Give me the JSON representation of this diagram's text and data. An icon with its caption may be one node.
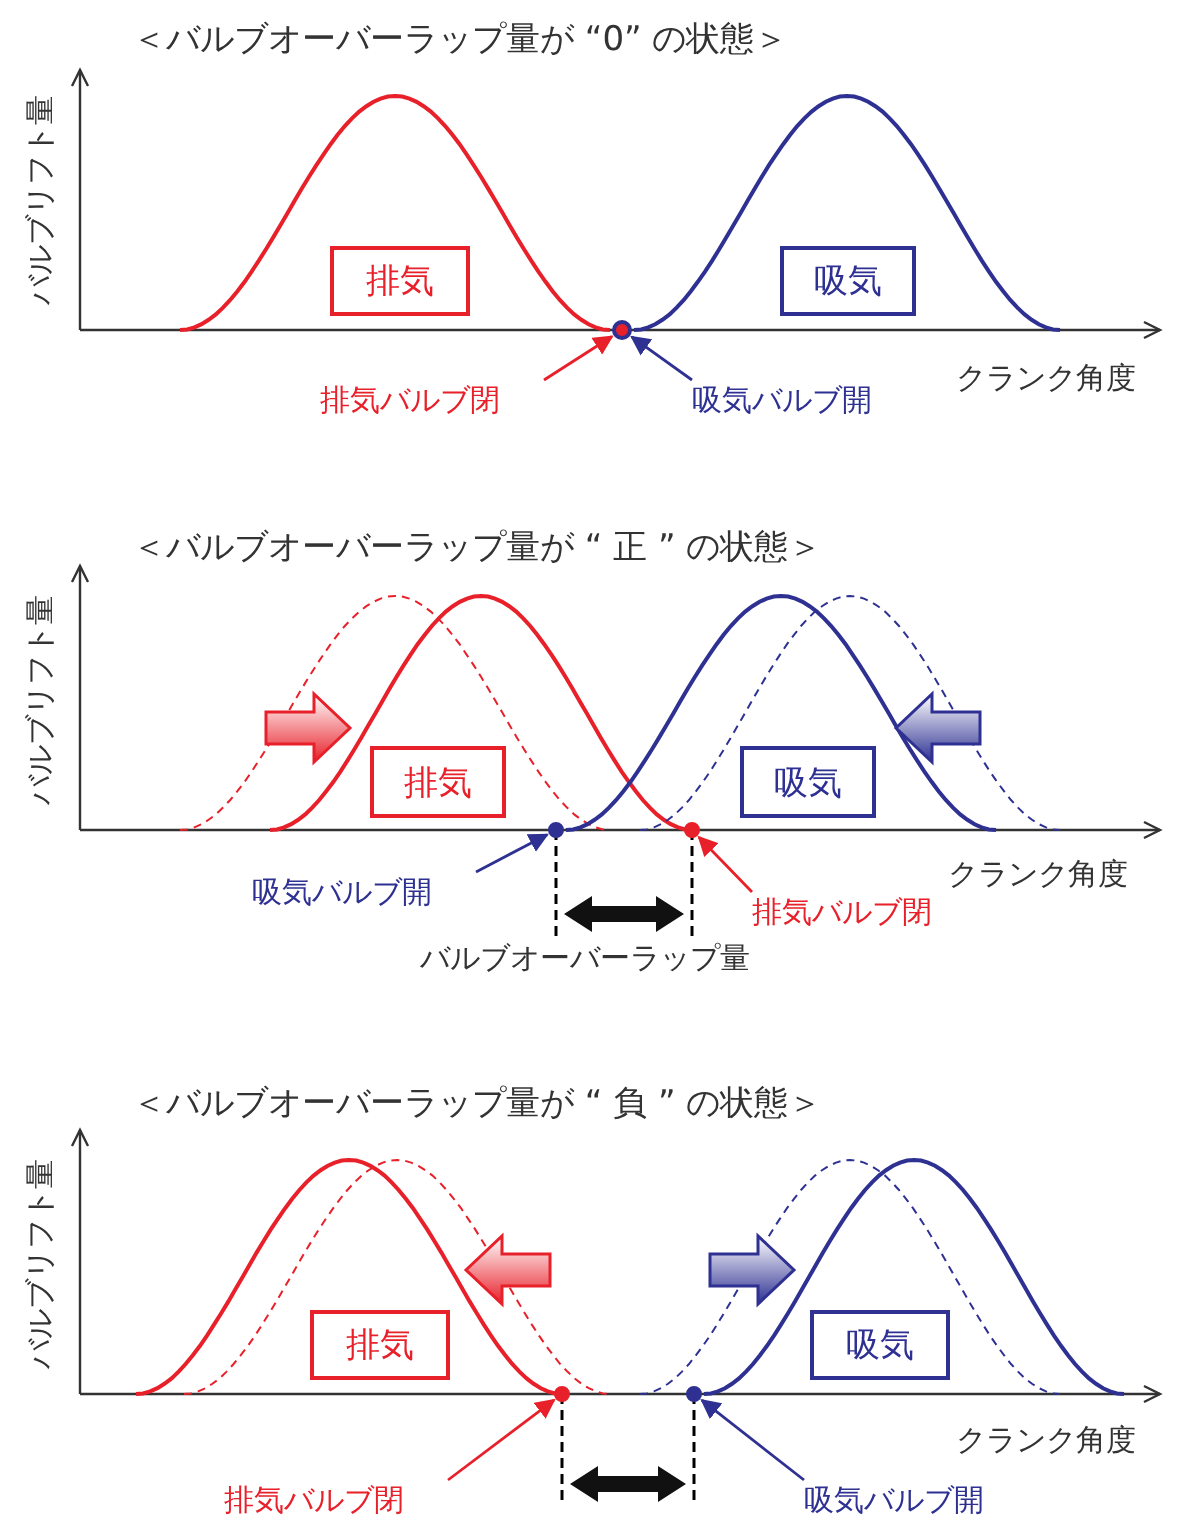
{
  "diagram": {
    "nodes": [
      {
        "text": [
          "排気"
        ]
      },
      {
        "text": [
          "吸気"
        ]
      },
      {
        "text": [],
        "shape": "circle"
      },
      {
        "text": [
          "排気バルブ閉"
        ]
      },
      {
        "text": [
          "吸気バルブ開"
        ]
      },
      {
        "text": [
          "排気"
        ]
      },
      {
        "text": [
          "吸気"
        ]
      },
      {
        "text": [],
        "shape": "circle"
      },
      {
        "text": [],
        "shape": "circle"
      },
      {
        "text": [
          "吸気バルブ開"
        ]
      },
      {
        "text": [
          "排気バルブ閉"
        ]
      },
      {
        "text": [
          "排気"
        ]
      },
      {
        "text": [
          "吸気"
        ]
      },
      {
        "text": [],
        "shape": "circle"
      },
      {
        "text": [],
        "shape": "circle"
      },
      {
        "text": [
          "排気バルブ閉"
        ]
      },
      {
        "text": [
          "吸気バルブ開"
        ]
      }
    ],
    "edges": [
      {
        "from": 3,
        "to": 2,
        "arrow": "to",
        "color": "#e8202a"
      },
      {
        "from": 4,
        "to": 2,
        "arrow": "to",
        "color": "#2e3192"
      },
      {
        "from": 9,
        "to": 7,
        "arrow": "to",
        "color": "#2e3192"
      },
      {
        "from": 10,
        "to": 8,
        "arrow": "to",
        "color": "#e8202a"
      },
      {
        "from": 15,
        "to": 13,
        "arrow": "to",
        "color": "#e8202a"
      },
      {
        "from": 16,
        "to": 14,
        "arrow": "to",
        "color": "#2e3192"
      }
    ],
    "labels": [
      "＜バルブオーバーラップ量が “0” の状態＞",
      "バルブリフト量",
      "クランク角度",
      "＜バルブオーバーラップ量が “ 正 ” の状態＞",
      "バルブリフト量",
      "クランク角度",
      "バルブオーバーラップ量",
      "＜バルブオーバーラップ量が “ 負 ” の状態＞",
      "バルブリフト量",
      "クランク角度"
    ]
  }
}
